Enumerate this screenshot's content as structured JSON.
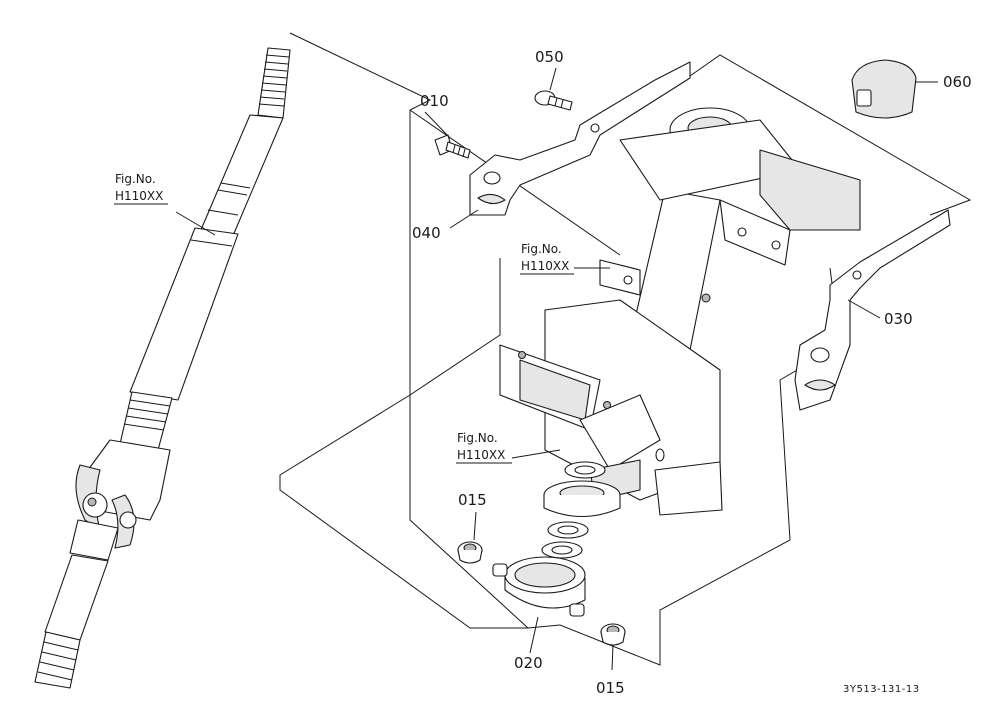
{
  "callouts": {
    "p010": "010",
    "p015_left": "015",
    "p015_bottom": "015",
    "p020": "020",
    "p030": "030",
    "p040": "040",
    "p050": "050",
    "p060": "060"
  },
  "fig_refs": {
    "shaft": {
      "line1": "Fig.No.",
      "line2": "H110XX"
    },
    "clamp": {
      "line1": "Fig.No.",
      "line2": "H110XX"
    },
    "bearing": {
      "line1": "Fig.No.",
      "line2": "H110XX"
    }
  },
  "drawing_code": "3Y513-131-13"
}
